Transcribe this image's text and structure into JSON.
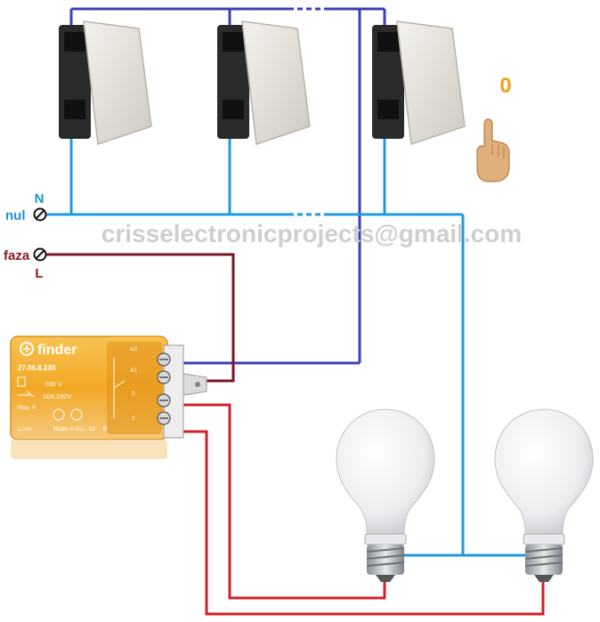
{
  "terminals": {
    "neutral_letter": "N",
    "neutral_name": "nul",
    "phase_name": "faza",
    "phase_letter": "L"
  },
  "indicator": {
    "value": "0"
  },
  "watermark": "crisselectronicprojects@gmail.com",
  "relay": {
    "brand": "finder",
    "model": "27.06.8.230",
    "coil_rating": "230 V",
    "contact_rating": "10A 230V",
    "max_note": "Max. 4",
    "current_note": "1 mA",
    "origin": "Made in EU - 02",
    "origin_suffix": "B",
    "terminal_labels": [
      "A2",
      "A1",
      "3",
      "2"
    ]
  },
  "colors": {
    "control_wire": "#3b3fb8",
    "neutral_wire": "#1e9be0",
    "phase_wire": "#7a1522",
    "load_wire": "#d0202a",
    "relay_body": "#f2a41a",
    "label_blue": "#1f8fd9",
    "label_red": "#8b1a1a",
    "indicator": "#f0a020"
  },
  "icons": [
    "push-button-switch-icon",
    "hand-pointer-icon",
    "terminal-screw-icon",
    "led-bulb-icon",
    "finder-logo-icon"
  ]
}
